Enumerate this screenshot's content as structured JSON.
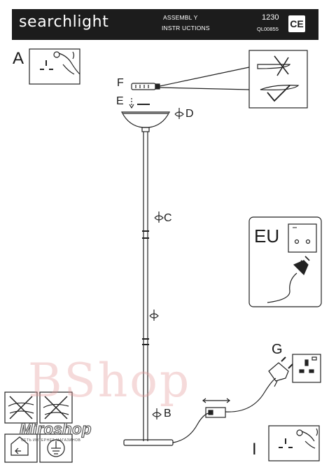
{
  "header": {
    "brand": "searchlight",
    "title_line1": "ASSEMBL Y",
    "title_line2": "INSTR UCTIONS",
    "model_number": "1230",
    "reference": "QL00855",
    "mark": "CE"
  },
  "labels": {
    "a": "A",
    "b": "B",
    "c": "C",
    "d": "D",
    "e": "E",
    "f": "F",
    "g": "G",
    "i": "I",
    "eu": "EU"
  },
  "watermark": {
    "text": "BShop",
    "logo": "Miroshop",
    "logo_tagline": "СЕТЬ ИНТЕРНЕТ-МАГАЗИНОВ"
  },
  "colors": {
    "header_bg": "#1c1c1c",
    "line": "#222222",
    "watermark": "#e19696"
  }
}
